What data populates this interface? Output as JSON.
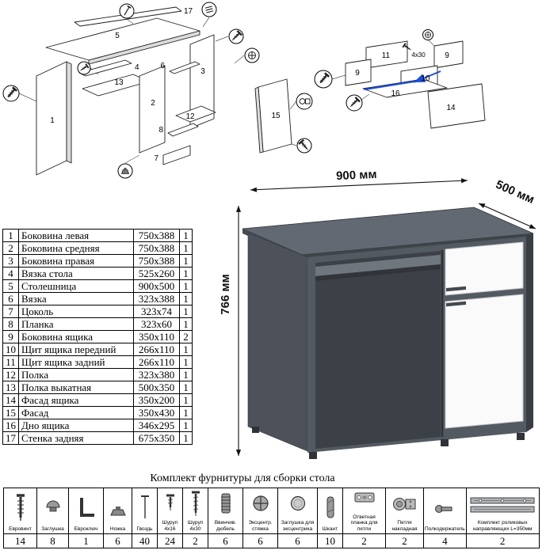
{
  "dimensions": {
    "width": "900 мм",
    "depth": "500 мм",
    "height": "766 мм"
  },
  "colors": {
    "accent_blue": "#1b4ed6",
    "desk_gray": "#565c64",
    "desk_top_gray": "#636973",
    "front_white": "#fafafa"
  },
  "parts_table": {
    "rows": [
      {
        "num": "1",
        "name": "Боковина левая",
        "size": "750x388",
        "qty": "1"
      },
      {
        "num": "2",
        "name": "Боковина средняя",
        "size": "750x388",
        "qty": "1"
      },
      {
        "num": "3",
        "name": "Боковина правая",
        "size": "750x388",
        "qty": "1"
      },
      {
        "num": "4",
        "name": "Вязка стола",
        "size": "525x260",
        "qty": "1"
      },
      {
        "num": "5",
        "name": "Столешница",
        "size": "900x500",
        "qty": "1"
      },
      {
        "num": "6",
        "name": "Вязка",
        "size": "323x388",
        "qty": "1"
      },
      {
        "num": "7",
        "name": "Цоколь",
        "size": "323x74",
        "qty": "1"
      },
      {
        "num": "8",
        "name": "Планка",
        "size": "323x60",
        "qty": "1"
      },
      {
        "num": "9",
        "name": "Боковина ящика",
        "size": "350x110",
        "qty": "2"
      },
      {
        "num": "10",
        "name": "Щит ящика передний",
        "size": "266x110",
        "qty": "1"
      },
      {
        "num": "11",
        "name": "Щит ящика задний",
        "size": "266x110",
        "qty": "1"
      },
      {
        "num": "12",
        "name": "Полка",
        "size": "323x380",
        "qty": "1"
      },
      {
        "num": "13",
        "name": "Полка выкатная",
        "size": "500x350",
        "qty": "1"
      },
      {
        "num": "14",
        "name": "Фасад ящика",
        "size": "350x200",
        "qty": "1"
      },
      {
        "num": "15",
        "name": "Фасад",
        "size": "350x430",
        "qty": "1"
      },
      {
        "num": "16",
        "name": "Дно ящика",
        "size": "346x295",
        "qty": "1"
      },
      {
        "num": "17",
        "name": "Стенка задняя",
        "size": "675x350",
        "qty": "1"
      }
    ]
  },
  "hardware": {
    "title": "Комплект фурнитуры для сборки стола",
    "items": [
      {
        "name": "Евровинт",
        "qty": "14",
        "icon": "confirmat-screw-icon"
      },
      {
        "name": "Заглушка",
        "qty": "8",
        "icon": "cover-cap-icon"
      },
      {
        "name": "Евроключ",
        "qty": "1",
        "icon": "hex-key-icon"
      },
      {
        "name": "Ножка",
        "qty": "6",
        "icon": "furniture-foot-icon"
      },
      {
        "name": "Гвоздь",
        "qty": "40",
        "icon": "nail-icon"
      },
      {
        "name": "Шуруп 4x16",
        "qty": "24",
        "icon": "screw-4x16-icon"
      },
      {
        "name": "Шуруп 4x30",
        "qty": "2",
        "icon": "screw-4x30-icon"
      },
      {
        "name": "Ввинчив. дюбель",
        "qty": "6",
        "icon": "screw-in-dowel-icon"
      },
      {
        "name": "Эксцентр. стяжка",
        "qty": "6",
        "icon": "cam-lock-icon"
      },
      {
        "name": "Заглушка для эксцентрика",
        "qty": "6",
        "icon": "cam-cover-icon"
      },
      {
        "name": "Шкант",
        "qty": "10",
        "icon": "wood-dowel-icon"
      },
      {
        "name": "Ответная планка для петли",
        "qty": "2",
        "icon": "hinge-plate-icon"
      },
      {
        "name": "Петля накладная",
        "qty": "2",
        "icon": "overlay-hinge-icon"
      },
      {
        "name": "Полкодержатель",
        "qty": "4",
        "icon": "shelf-support-icon"
      },
      {
        "name": "Комплект роликовых направляющих L=350мм",
        "qty": "2",
        "icon": "roller-guides-icon"
      }
    ]
  },
  "diagrams": {
    "left": {
      "labels": [
        "17",
        "5",
        "4",
        "13",
        "1",
        "2",
        "3",
        "6",
        "12",
        "8",
        "7",
        "15"
      ]
    },
    "right": {
      "labels": [
        "11",
        "9",
        "9",
        "10",
        "16",
        "14"
      ],
      "note": "4x30"
    }
  }
}
